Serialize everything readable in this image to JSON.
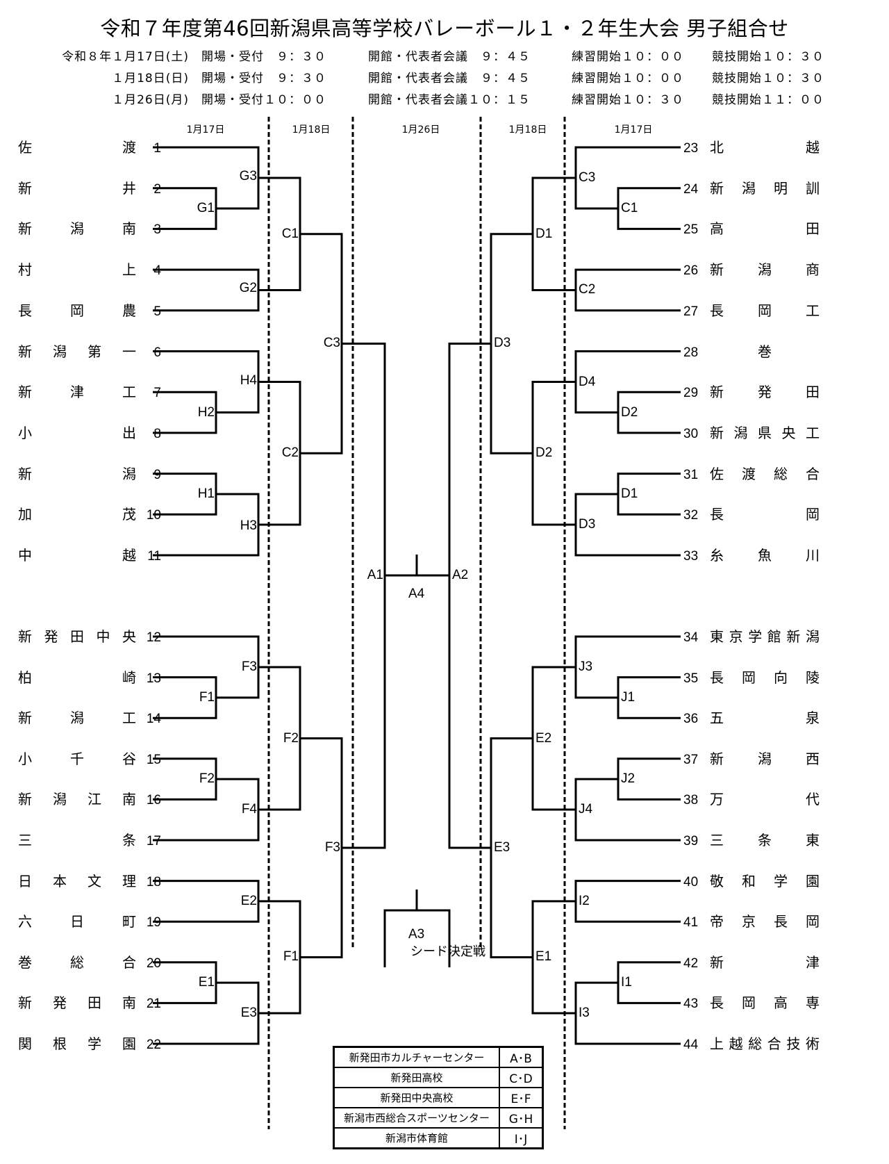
{
  "title": "令和７年度第46回新潟県高等学校バレーボール１・２年生大会 男子組合せ",
  "schedule": [
    {
      "date": "令和８年１月17日(土)",
      "open": "開場・受付　９：３０",
      "meeting": "開館・代表者会議　９：４５",
      "practice": "練習開始１０：００",
      "start": "競技開始１０：３０"
    },
    {
      "date": "１月18日(日)",
      "open": "開場・受付　９：３０",
      "meeting": "開館・代表者会議　９：４５",
      "practice": "練習開始１０：００",
      "start": "競技開始１０：３０"
    },
    {
      "date": "１月26日(月)",
      "open": "開場・受付１０：００",
      "meeting": "開館・代表者会議１０：１５",
      "practice": "練習開始１０：３０",
      "start": "競技開始１１：００"
    }
  ],
  "day_labels": [
    "1月17日",
    "1月18日",
    "1月26日",
    "1月18日",
    "1月17日"
  ],
  "left_teams": [
    {
      "num": "1",
      "name": "佐渡"
    },
    {
      "num": "2",
      "name": "新井"
    },
    {
      "num": "3",
      "name": "新潟南"
    },
    {
      "num": "4",
      "name": "村上"
    },
    {
      "num": "5",
      "name": "長岡農"
    },
    {
      "num": "6",
      "name": "新潟第一"
    },
    {
      "num": "7",
      "name": "新津工"
    },
    {
      "num": "8",
      "name": "小出"
    },
    {
      "num": "9",
      "name": "新潟"
    },
    {
      "num": "10",
      "name": "加茂"
    },
    {
      "num": "11",
      "name": "中越"
    },
    {
      "num": "12",
      "name": "新発田中央"
    },
    {
      "num": "13",
      "name": "柏崎"
    },
    {
      "num": "14",
      "name": "新潟工"
    },
    {
      "num": "15",
      "name": "小千谷"
    },
    {
      "num": "16",
      "name": "新潟江南"
    },
    {
      "num": "17",
      "name": "三条"
    },
    {
      "num": "18",
      "name": "日本文理"
    },
    {
      "num": "19",
      "name": "六日町"
    },
    {
      "num": "20",
      "name": "巻総合"
    },
    {
      "num": "21",
      "name": "新発田南"
    },
    {
      "num": "22",
      "name": "関根学園"
    }
  ],
  "right_teams": [
    {
      "num": "23",
      "name": "北越"
    },
    {
      "num": "24",
      "name": "新潟明訓"
    },
    {
      "num": "25",
      "name": "高田"
    },
    {
      "num": "26",
      "name": "新潟商"
    },
    {
      "num": "27",
      "name": "長岡工"
    },
    {
      "num": "28",
      "name": "巻"
    },
    {
      "num": "29",
      "name": "新発田"
    },
    {
      "num": "30",
      "name": "新潟県央工"
    },
    {
      "num": "31",
      "name": "佐渡総合"
    },
    {
      "num": "32",
      "name": "長岡"
    },
    {
      "num": "33",
      "name": "糸魚川"
    },
    {
      "num": "34",
      "name": "東京学館新潟"
    },
    {
      "num": "35",
      "name": "長岡向陵"
    },
    {
      "num": "36",
      "name": "五泉"
    },
    {
      "num": "37",
      "name": "新潟西"
    },
    {
      "num": "38",
      "name": "万代"
    },
    {
      "num": "39",
      "name": "三条東"
    },
    {
      "num": "40",
      "name": "敬和学園"
    },
    {
      "num": "41",
      "name": "帝京長岡"
    },
    {
      "num": "42",
      "name": "新津"
    },
    {
      "num": "43",
      "name": "長岡高専"
    },
    {
      "num": "44",
      "name": "上越総合技術"
    }
  ],
  "match_labels": {
    "left_top": [
      "G1",
      "G3",
      "G2",
      "H2",
      "H4",
      "H1",
      "H3",
      "C1",
      "C2",
      "C3"
    ],
    "left_bottom": [
      "F1",
      "F3",
      "F2",
      "F4",
      "E2",
      "E1",
      "E3",
      "F2",
      "F1",
      "F3"
    ],
    "right_top": [
      "C1",
      "C3",
      "C2",
      "D2",
      "D4",
      "D1",
      "D3",
      "D1",
      "D2",
      "D3"
    ],
    "right_bottom": [
      "J1",
      "J3",
      "J2",
      "J4",
      "I2",
      "I1",
      "I3",
      "E2",
      "E1",
      "E3"
    ],
    "center": {
      "a1": "A1",
      "a2": "A2",
      "a4": "A4",
      "a3": "A3"
    }
  },
  "seed_title": "シード決定戦",
  "venues": [
    {
      "name": "新発田市カルチャーセンター",
      "code": "A･B"
    },
    {
      "name": "新発田高校",
      "code": "C･D"
    },
    {
      "name": "新発田中央高校",
      "code": "E･F"
    },
    {
      "name": "新潟市西総合スポーツセンター",
      "code": "G･H"
    },
    {
      "name": "新潟市体育館",
      "code": "I･J"
    }
  ]
}
